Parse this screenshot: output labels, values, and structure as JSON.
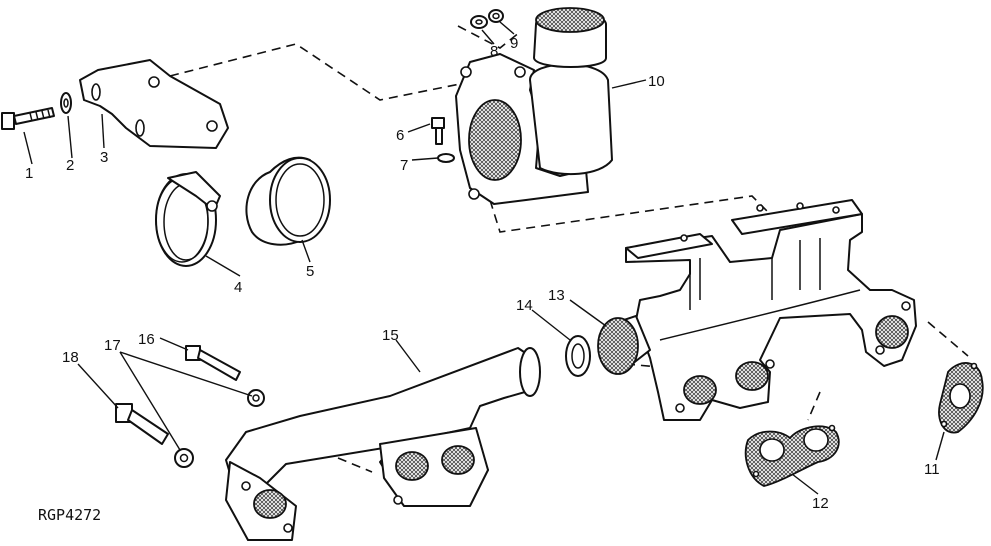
{
  "figure_code": "RGP4272",
  "callouts": {
    "c1": "1",
    "c2": "2",
    "c3": "3",
    "c4": "4",
    "c5": "5",
    "c6": "6",
    "c7": "7",
    "c8": "8",
    "c9": "9",
    "c10": "10",
    "c11": "11",
    "c12": "12",
    "c13": "13",
    "c14": "14",
    "c15": "15",
    "c16": "16",
    "c17": "17",
    "c18": "18"
  }
}
